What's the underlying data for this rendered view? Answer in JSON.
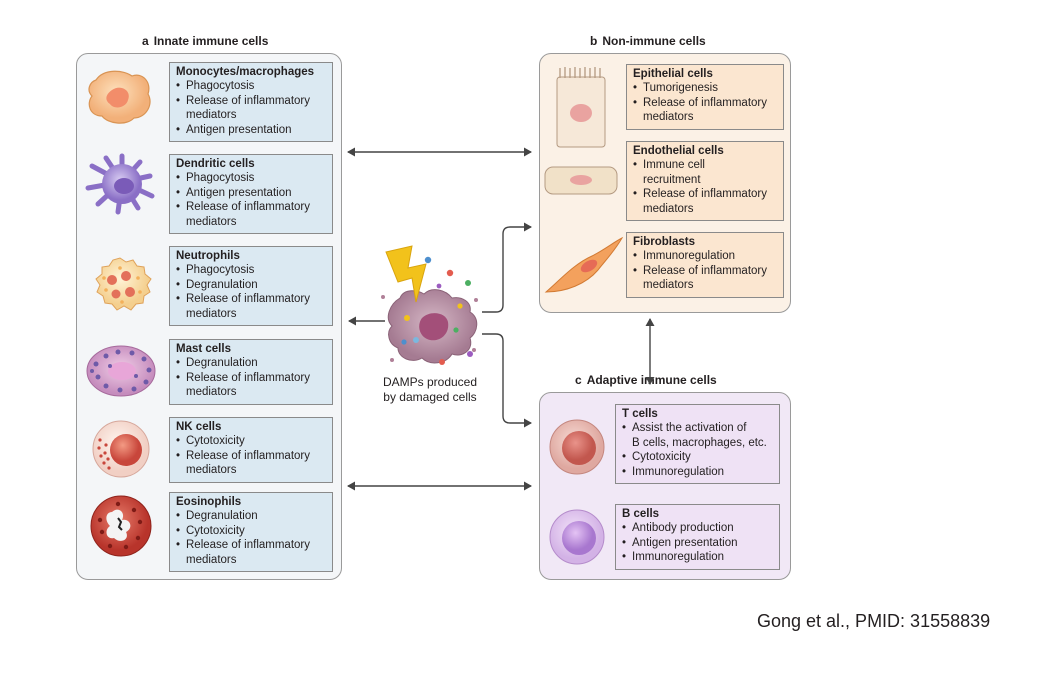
{
  "panels": {
    "a": {
      "letter": "a",
      "title": "Innate immune cells"
    },
    "b": {
      "letter": "b",
      "title": "Non-immune cells"
    },
    "c": {
      "letter": "c",
      "title": "Adaptive immune cells"
    }
  },
  "innate_cells": [
    {
      "name": "Monocytes/macrophages",
      "functions": [
        "Phagocytosis",
        "Release of inflammatory",
        "mediators",
        "Antigen presentation"
      ]
    },
    {
      "name": "Dendritic cells",
      "functions": [
        "Phagocytosis",
        "Antigen presentation",
        "Release of inflammatory",
        "mediators"
      ]
    },
    {
      "name": "Neutrophils",
      "functions": [
        "Phagocytosis",
        "Degranulation",
        "Release of inflammatory",
        "mediators"
      ]
    },
    {
      "name": "Mast cells",
      "functions": [
        "Degranulation",
        "Release of inflammatory",
        "mediators"
      ]
    },
    {
      "name": "NK cells",
      "functions": [
        "Cytotoxicity",
        "Release of inflammatory",
        "mediators"
      ]
    },
    {
      "name": "Eosinophils",
      "functions": [
        "Degranulation",
        "Cytotoxicity",
        "Release of inflammatory",
        "mediators"
      ]
    }
  ],
  "nonimmune_cells": [
    {
      "name": "Epithelial cells",
      "functions": [
        "Tumorigenesis",
        "Release of inflammatory",
        "mediators"
      ]
    },
    {
      "name": "Endothelial cells",
      "functions": [
        "Immune cell",
        "recruitment",
        "Release of inflammatory",
        "mediators"
      ]
    },
    {
      "name": "Fibroblasts",
      "functions": [
        "Immunoregulation",
        "Release of inflammatory",
        "mediators"
      ]
    }
  ],
  "adaptive_cells": [
    {
      "name": "T cells",
      "functions": [
        "Assist the activation of",
        "B cells, macrophages, etc.",
        "Cytotoxicity",
        "Immunoregulation"
      ]
    },
    {
      "name": "B cells",
      "functions": [
        "Antibody production",
        "Antigen presentation",
        "Immunoregulation"
      ]
    }
  ],
  "center": {
    "label_line1": "DAMPs produced",
    "label_line2": "by damaged cells"
  },
  "citation": "Gong et al., PMID: 31558839",
  "colors": {
    "panel_a_bg": "#f4f6f8",
    "panel_b_bg": "#fbf1e6",
    "panel_c_bg": "#f1e8f6",
    "box_a": "#dbe9f2",
    "box_b": "#fbe6d0",
    "box_c": "#efe2f5",
    "damaged_cell": "#b890a4",
    "arrow": "#444444",
    "lightning": "#f2c21b"
  }
}
